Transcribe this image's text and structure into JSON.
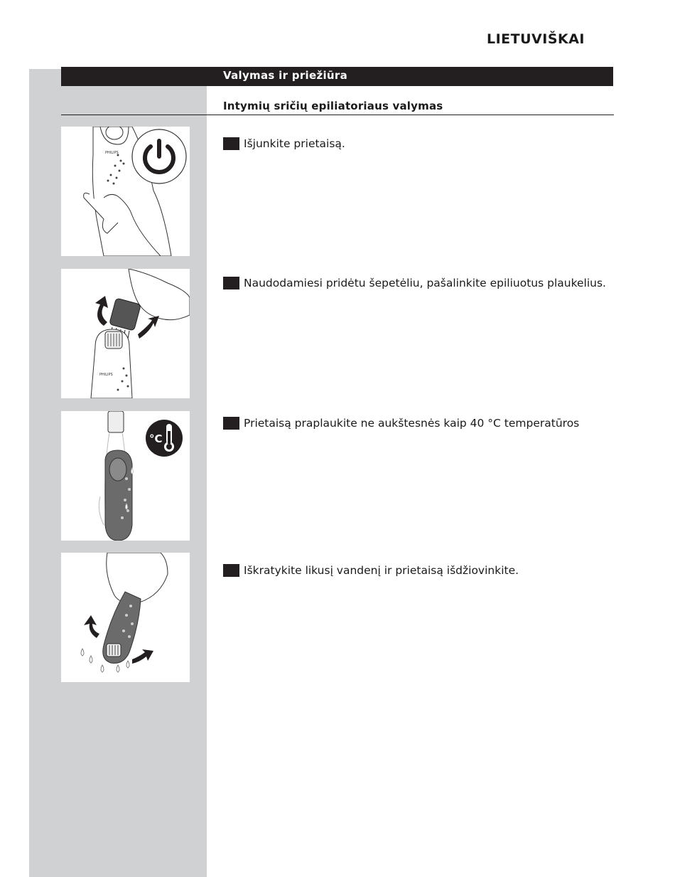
{
  "page": {
    "language_header": "LIETUVIŠKAI"
  },
  "section": {
    "title": "Valymas ir priežiūra",
    "subheading": "Intymių sričių epiliatoriaus valymas"
  },
  "steps": [
    {
      "text": "Išjunkite prietaisą.",
      "illustration": "power-off-icon"
    },
    {
      "text": "Naudodamiesi pridėtu šepetėliu, pašalinkite epiliuotus plaukelius.",
      "illustration": "brush-cleaning"
    },
    {
      "text": "Prietaisą praplaukite ne aukštesnės kaip 40 °C temperatūros",
      "illustration": "thermometer-icon"
    },
    {
      "text": "Iškratykite likusį vandenį ir prietaisą išdžiovinkite.",
      "illustration": "shake-dry"
    }
  ],
  "illustration_labels": {
    "brand": "PHILIPS",
    "thermo_unit": "°C"
  },
  "colors": {
    "dark": "#231f20",
    "sidebar_gray": "#d0d1d3"
  }
}
